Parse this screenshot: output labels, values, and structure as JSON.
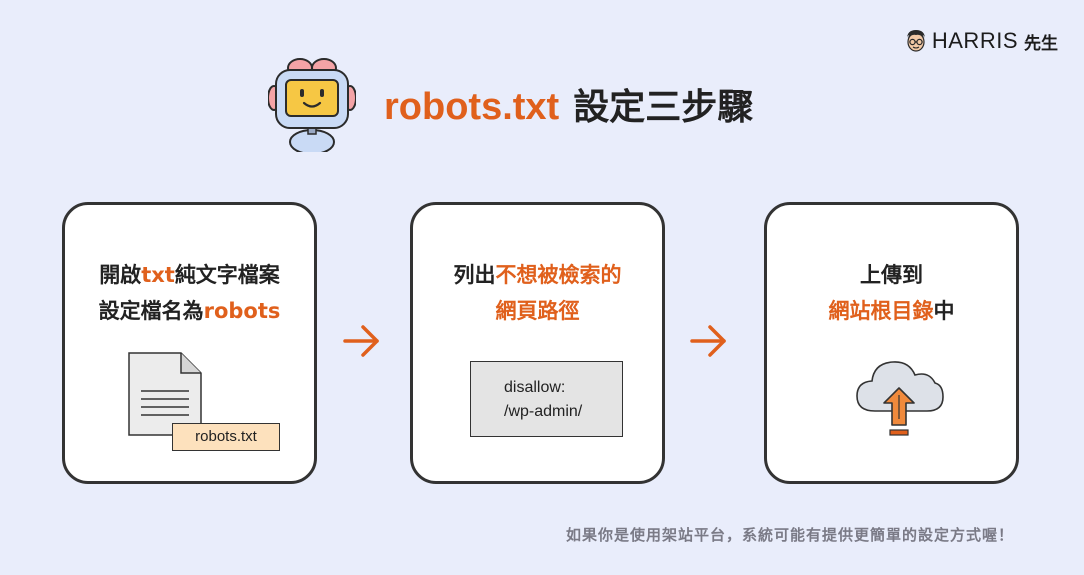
{
  "brand": {
    "name": "HARRIS",
    "suffix": "先生"
  },
  "title": {
    "prefix": "robots.txt",
    "suffix": "設定三步驟"
  },
  "steps": [
    {
      "line1": [
        "開啟",
        "txt",
        "純文字檔案"
      ],
      "line2": [
        "設定檔名為",
        "robots"
      ],
      "file_label": "robots.txt"
    },
    {
      "line1": [
        "列出",
        "不想被檢索的"
      ],
      "line2": [
        "網頁路徑"
      ],
      "code": [
        "disallow:",
        "/wp-admin/"
      ]
    },
    {
      "line1": [
        "上傳到"
      ],
      "line2": [
        "網站根目錄",
        "中"
      ]
    }
  ],
  "footnote": "如果你是使用架站平台，系統可能有提供更簡單的設定方式喔！",
  "colors": {
    "accent": "#e0601c",
    "background": "#e9edfb",
    "card": "#ffffff",
    "border": "#333333",
    "robot_pink": "#f4a3a6",
    "robot_face": "#f6c744",
    "robot_body": "#c9daf5"
  },
  "icons": [
    "robot-mascot-icon",
    "avatar-icon",
    "document-icon",
    "cloud-upload-icon",
    "arrow-right-icon"
  ]
}
